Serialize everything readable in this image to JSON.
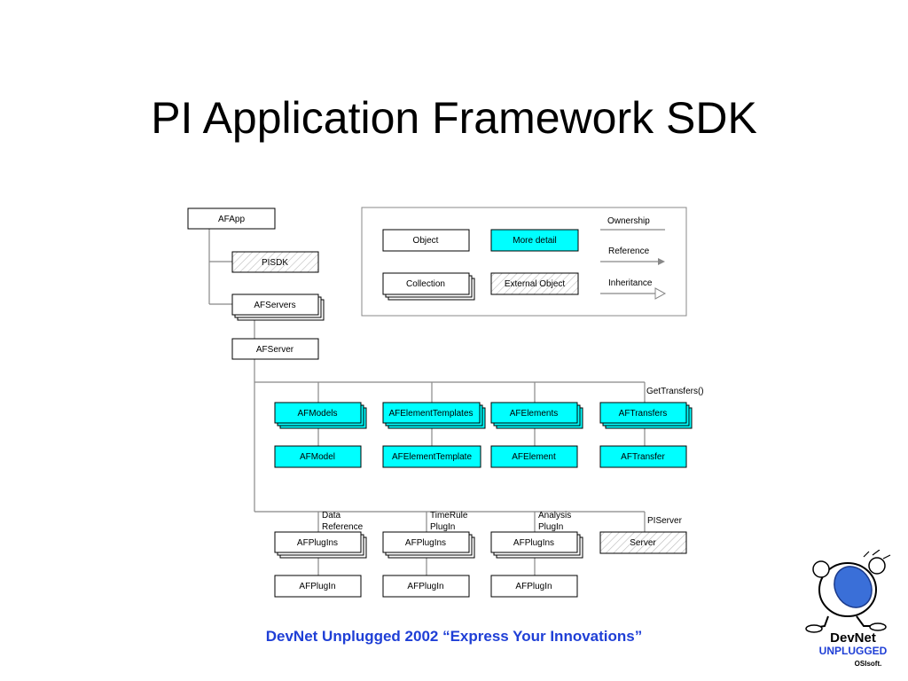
{
  "title": "PI Application Framework SDK",
  "footer": "DevNet Unplugged 2002 “Express Your Innovations”",
  "colors": {
    "highlight": "#00ffff",
    "footer_text": "#1f3fd6",
    "hatch": "#bbbbbb"
  },
  "legend": {
    "object": "Object",
    "more_detail": "More detail",
    "collection": "Collection",
    "external_object": "External Object",
    "ownership": "Ownership",
    "reference": "Reference",
    "inheritance": "Inheritance"
  },
  "nodes": {
    "afapp": "AFApp",
    "pisdk": "PISDK",
    "afservers": "AFServers",
    "afserver": "AFServer",
    "afmodels": "AFModels",
    "afelementtemplates": "AFElementTemplates",
    "afelements": "AFElements",
    "aftransfers": "AFTransfers",
    "afmodel": "AFModel",
    "afelementtemplate": "AFElementTemplate",
    "afelement": "AFElement",
    "aftransfer": "AFTransfer",
    "afplugins_1": "AFPlugIns",
    "afplugins_2": "AFPlugIns",
    "afplugins_3": "AFPlugIns",
    "server": "Server",
    "afplugin_1": "AFPlugIn",
    "afplugin_2": "AFPlugIn",
    "afplugin_3": "AFPlugIn"
  },
  "labels": {
    "get_transfers": "GetTransfers()",
    "data_reference_1": "Data",
    "data_reference_2": "Reference",
    "timerule_1": "TimeRule",
    "timerule_2": "PlugIn",
    "analysis_1": "Analysis",
    "analysis_2": "PlugIn",
    "piserver": "PIServer"
  },
  "logo": {
    "line1": "DevNet",
    "line2": "UNPLUGGED",
    "line3": "OSIsoft."
  }
}
